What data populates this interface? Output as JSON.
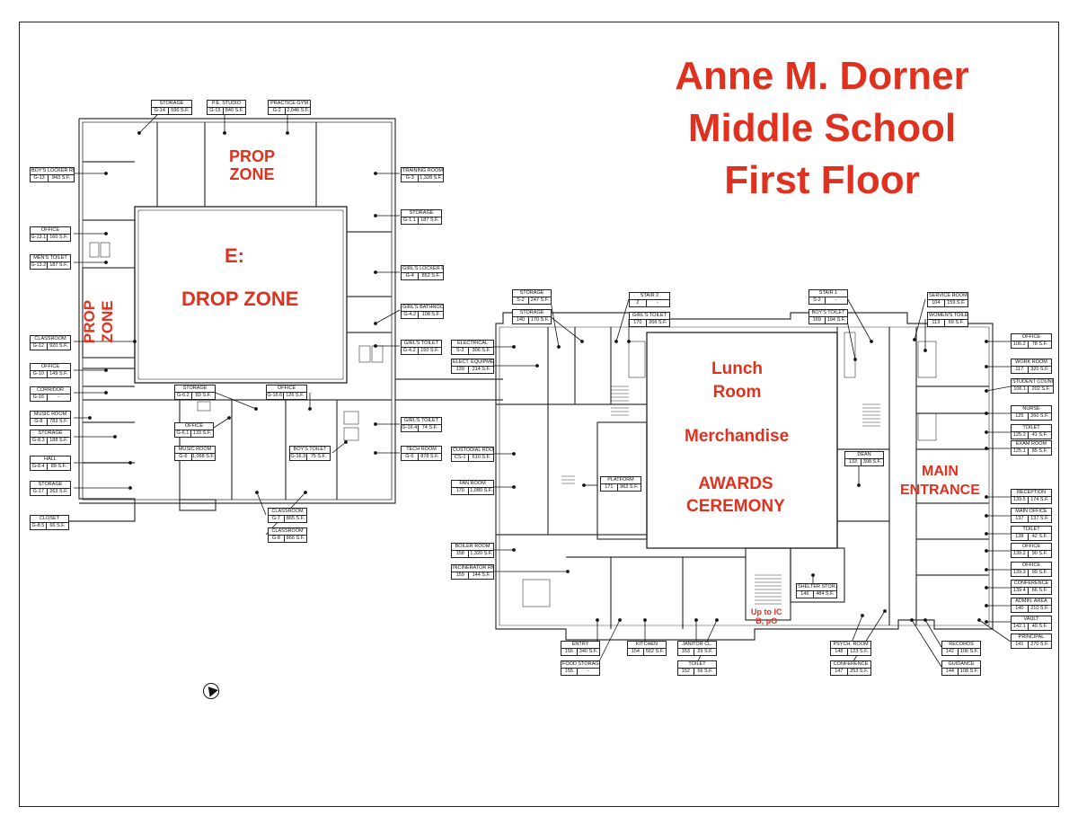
{
  "title": {
    "line1": "Anne M. Dorner",
    "line2": "Middle School",
    "line3": "First Floor"
  },
  "zones": {
    "prop_zone_top": "PROP\nZONE",
    "drop_zone_letter": "E:",
    "drop_zone": "DROP ZONE",
    "prop_zone_left": "PROP\nZONE",
    "lunch_room": "Lunch\nRoom",
    "merchandise": "Merchandise",
    "awards": "AWARDS\nCEREMONY",
    "main_entrance": "MAIN\nENTRANCE",
    "up_to_ic": "Up to IC\nB, pO"
  },
  "colors": {
    "zone_text": "#e0301e",
    "lines": "#222222"
  },
  "rooms": [
    {
      "name": "STORAGE",
      "num": "G-14",
      "sf": "596 S.F."
    },
    {
      "name": "P.E. STUDIO",
      "num": "G-15",
      "sf": "840 S.F."
    },
    {
      "name": "PRACTICE GYM",
      "num": "G-2",
      "sf": "2,046 S.F."
    },
    {
      "name": "BOY'S LOCKER RM",
      "num": "G-13",
      "sf": "843 S.F."
    },
    {
      "name": "TRAINING ROOM",
      "num": "G-3",
      "sf": "1,328 S.F."
    },
    {
      "name": "STORAGE",
      "num": "G-1.1",
      "sf": "187 S.F."
    },
    {
      "name": "OFFICE",
      "num": "G-13.1",
      "sf": "160 S.F."
    },
    {
      "name": "MEN'S TOILET",
      "num": "G-13.2",
      "sf": "187 S.F."
    },
    {
      "name": "GIRL'S LOCKER RM",
      "num": "G-4",
      "sf": "852 S.F."
    },
    {
      "name": "GIRL'S BATHROOM",
      "num": "G-4.2",
      "sf": "108 S.F."
    },
    {
      "name": "CLASSROOM",
      "num": "G-12",
      "sf": "920 S.F."
    },
    {
      "name": "GIRL'S TOILET",
      "num": "G-4.2",
      "sf": "150 S.F."
    },
    {
      "name": "OFFICE",
      "num": "G-10",
      "sf": "149 S.F."
    },
    {
      "name": "CORRIDOR",
      "num": "G-16",
      "sf": "-"
    },
    {
      "name": "STORAGE",
      "num": "G-6.2",
      "sf": "83 S.F."
    },
    {
      "name": "OFFICE",
      "num": "G-16.6",
      "sf": "126 S.F."
    },
    {
      "name": "MUSIC ROOM",
      "num": "G-8",
      "sf": "783 S.F."
    },
    {
      "name": "GIRL'S TOILET",
      "num": "G-16.4",
      "sf": "74 S.F."
    },
    {
      "name": "OFFICE",
      "num": "G-6.1",
      "sf": "133 S.F."
    },
    {
      "name": "STORAGE",
      "num": "G-8.3",
      "sf": "188 S.F."
    },
    {
      "name": "MUSIC ROOM",
      "num": "G-6",
      "sf": "1,068 S.F."
    },
    {
      "name": "BOY'S TOILET",
      "num": "G-16.3",
      "sf": "75 S.F."
    },
    {
      "name": "TECH ROOM",
      "num": "G-5",
      "sf": "878 S.F."
    },
    {
      "name": "HALL",
      "num": "G-8.4",
      "sf": "89 S.F."
    },
    {
      "name": "STORAGE",
      "num": "G-17",
      "sf": "263 S.F."
    },
    {
      "name": "CLASSROOM",
      "num": "G-7",
      "sf": "865 S.F."
    },
    {
      "name": "CLOSET",
      "num": "G-8.5",
      "sf": "66 S.F."
    },
    {
      "name": "CLASSROOM",
      "num": "G-8",
      "sf": "866 S.F."
    },
    {
      "name": "STORAGE",
      "num": "S-2",
      "sf": "247 S.F."
    },
    {
      "name": "STORAGE",
      "num": "140",
      "sf": "170 S.F."
    },
    {
      "name": "STAIR 2",
      "num": "2",
      "sf": "-"
    },
    {
      "name": "GIRL'S TOILET",
      "num": "170",
      "sf": "206 S.F."
    },
    {
      "name": "ELECTRICAL",
      "num": "S-3",
      "sf": "306 S.F."
    },
    {
      "name": "ELECT. EQUIPMENT",
      "num": "139",
      "sf": "214 S.F."
    },
    {
      "name": "CUSTODIAL ROOM",
      "num": "CS-1",
      "sf": "610 S.F."
    },
    {
      "name": "FAN ROOM",
      "num": "170",
      "sf": "1,080 S.F."
    },
    {
      "name": "PLATFORM",
      "num": "171",
      "sf": "962 S.F."
    },
    {
      "name": "BOILER ROOM",
      "num": "158",
      "sf": "1,320 S.F."
    },
    {
      "name": "INCINERATOR RM.",
      "num": "159",
      "sf": "144 S.F."
    },
    {
      "name": "STAIR 1",
      "num": "S-2",
      "sf": "-"
    },
    {
      "name": "BOY'S TOILET",
      "num": "169",
      "sf": "194 S.F."
    },
    {
      "name": "SERVICE ROOM",
      "num": "104",
      "sf": "159 S.F."
    },
    {
      "name": "WOMEN'S TOILET",
      "num": "113",
      "sf": "69 S.F."
    },
    {
      "name": "OFFICE",
      "num": "106.2",
      "sf": "78 S.F."
    },
    {
      "name": "WORK ROOM",
      "num": "117",
      "sf": "320 S.F."
    },
    {
      "name": "STUDENT COUNCIL",
      "num": "106.1",
      "sf": "202 S.F."
    },
    {
      "name": "NURSE",
      "num": "125",
      "sf": "260 S.F."
    },
    {
      "name": "TOILET",
      "num": "125.2",
      "sf": "41 S.F."
    },
    {
      "name": "EXAM ROOM",
      "num": "125.1",
      "sf": "85 S.F."
    },
    {
      "name": "DEAN",
      "num": "133",
      "sf": "308 S.F."
    },
    {
      "name": "RECEPTION",
      "num": "139.5",
      "sf": "174 S.F."
    },
    {
      "name": "MAIN OFFICE",
      "num": "137",
      "sf": "137 S.F."
    },
    {
      "name": "TOILET",
      "num": "138",
      "sf": "42 S.F."
    },
    {
      "name": "OFFICE",
      "num": "139.2",
      "sf": "90 S.F."
    },
    {
      "name": "OFFICE",
      "num": "139.3",
      "sf": "90 S.F."
    },
    {
      "name": "CONFERENCE",
      "num": "139.4",
      "sf": "66 S.F."
    },
    {
      "name": "ADMIN. AREA",
      "num": "140",
      "sf": "210 S.F."
    },
    {
      "name": "VAULT",
      "num": "142.1",
      "sf": "40 S.F."
    },
    {
      "name": "PRINCIPAL",
      "num": "141",
      "sf": "270 S.F."
    },
    {
      "name": "SHELTER STOR.",
      "num": "146",
      "sf": "484 S.F."
    },
    {
      "name": "ENTRY",
      "num": "156",
      "sf": "340 S.F."
    },
    {
      "name": "FOOD STORAGE",
      "num": "155",
      "sf": "-"
    },
    {
      "name": "KITCHEN",
      "num": "154",
      "sf": "562 S.F."
    },
    {
      "name": "JANITOR CL.",
      "num": "153",
      "sf": "29 S.F."
    },
    {
      "name": "TOILET",
      "num": "152",
      "sf": "56 S.F."
    },
    {
      "name": "PSYCH. ROOM",
      "num": "148",
      "sf": "123 S.F."
    },
    {
      "name": "CONFERENCE",
      "num": "147",
      "sf": "253 S.F."
    },
    {
      "name": "RECORDS",
      "num": "142",
      "sf": "106 S.F."
    },
    {
      "name": "GUIDANCE",
      "num": "144",
      "sf": "108 S.F."
    }
  ]
}
